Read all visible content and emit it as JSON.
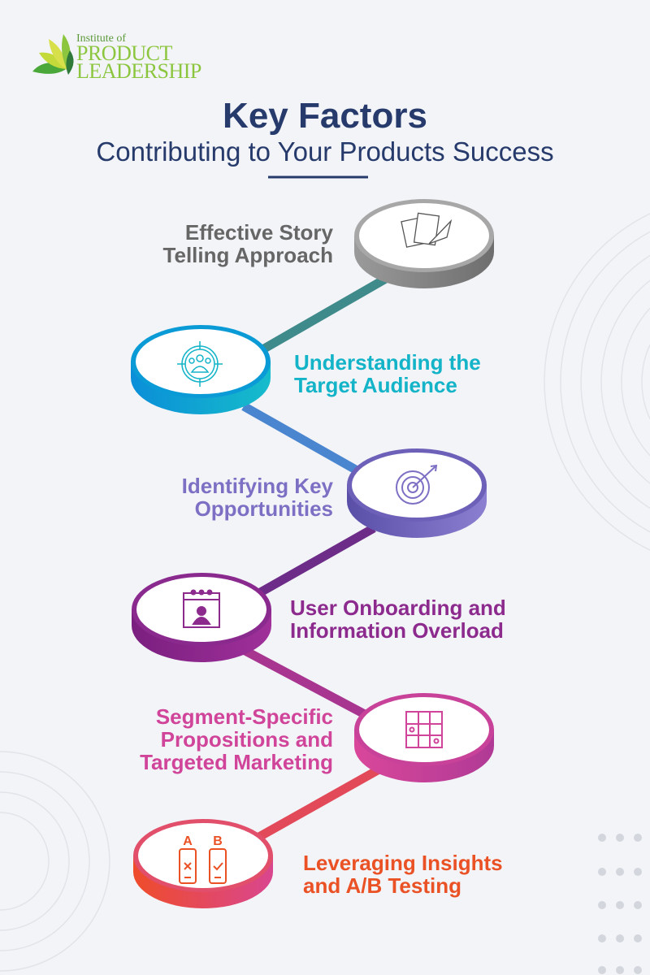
{
  "logo": {
    "line1": "Institute of",
    "line2": "PRODUCT",
    "line3": "LEADERSHIP"
  },
  "header": {
    "title": "Key Factors",
    "subtitle": "Contributing to Your Products Success"
  },
  "factors": [
    {
      "line1": "Effective Story",
      "line2": "Telling Approach",
      "color": "#666666",
      "icon": "documents-quill-icon"
    },
    {
      "line1": "Understanding the",
      "line2": "Target Audience",
      "color": "#13b3c8",
      "icon": "target-audience-icon"
    },
    {
      "line1": "Identifying Key",
      "line2": "Opportunities",
      "color": "#7d70c4",
      "icon": "target-arrow-icon"
    },
    {
      "line1": "User Onboarding and",
      "line2": "Information Overload",
      "color": "#8c2a8e",
      "icon": "calendar-user-icon"
    },
    {
      "line1": "Segment-Specific",
      "line2": "Propositions and",
      "line3": "Targeted Marketing",
      "color": "#d0449a",
      "icon": "grid-segment-icon"
    },
    {
      "line1": "Leveraging Insights",
      "line2": "and A/B Testing",
      "color": "#ea5124",
      "icon": "ab-testing-icon",
      "icon_a": "A",
      "icon_b": "B"
    }
  ]
}
